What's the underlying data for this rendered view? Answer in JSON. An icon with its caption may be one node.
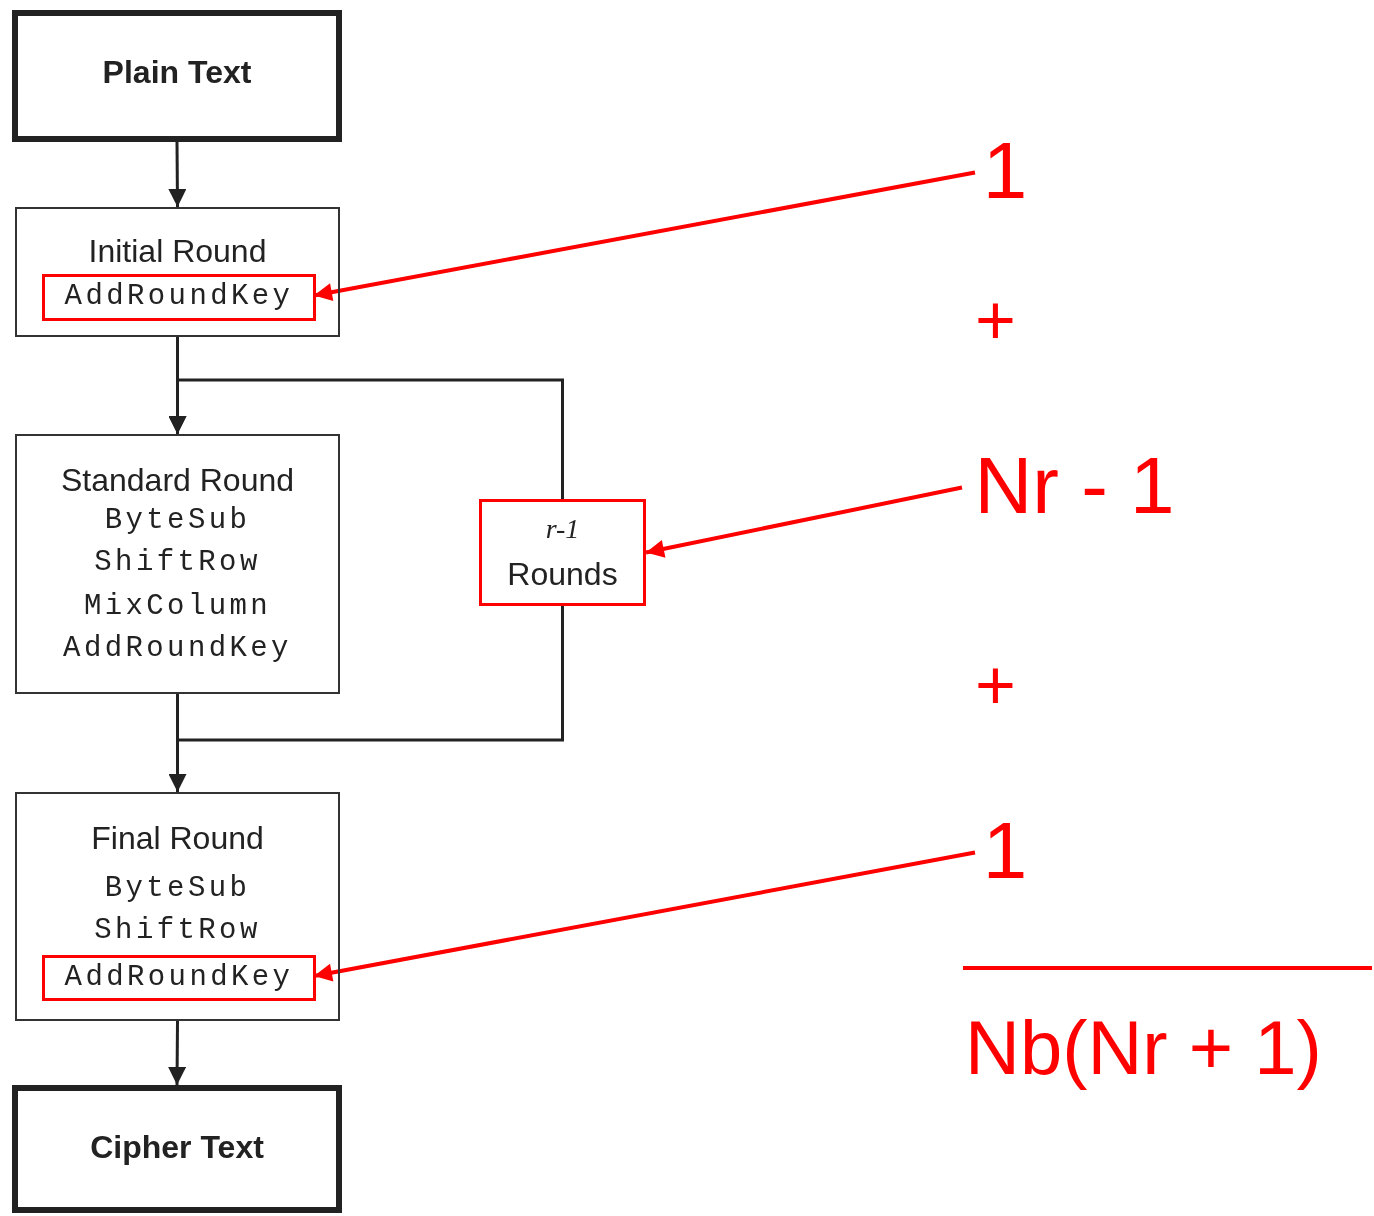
{
  "diagram": {
    "nodes": [
      {
        "text": [
          "Plain Text"
        ]
      },
      {
        "text": [
          "Initial Round"
        ]
      },
      {
        "text": [
          "AddRoundKey"
        ],
        "in": 1
      },
      {
        "text": [
          "Standard Round",
          "ByteSub",
          "ShiftRow",
          "MixColumn",
          "AddRoundKey"
        ]
      },
      {
        "text": [
          "r-1",
          "Rounds"
        ]
      },
      {
        "text": [
          "Final Round",
          "ByteSub",
          "ShiftRow"
        ]
      },
      {
        "text": [
          "AddRoundKey"
        ],
        "in": 5
      },
      {
        "text": [
          "Cipher Text"
        ]
      },
      {
        "text": [
          "1"
        ]
      },
      {
        "text": [
          "Nr - 1"
        ]
      },
      {
        "text": [
          "1"
        ]
      }
    ],
    "edges": [
      {
        "from": 0,
        "to": 1,
        "arrow": "to"
      },
      {
        "from": 1,
        "to": 3,
        "arrow": "to"
      },
      {
        "from": 3,
        "to": 5,
        "arrow": "to"
      },
      {
        "from": 5,
        "to": 7,
        "arrow": "to"
      },
      {
        "from": 3,
        "to": 4,
        "arrow": "none"
      },
      {
        "from": 4,
        "to": 3,
        "arrow": "to"
      },
      {
        "from": 8,
        "to": 2,
        "arrow": "to",
        "color": "#ff0000"
      },
      {
        "from": 9,
        "to": 4,
        "arrow": "to",
        "color": "#ff0000"
      },
      {
        "from": 10,
        "to": 6,
        "arrow": "to",
        "color": "#ff0000"
      }
    ],
    "labels": [
      "+",
      "+",
      "Nb(Nr + 1)"
    ]
  }
}
